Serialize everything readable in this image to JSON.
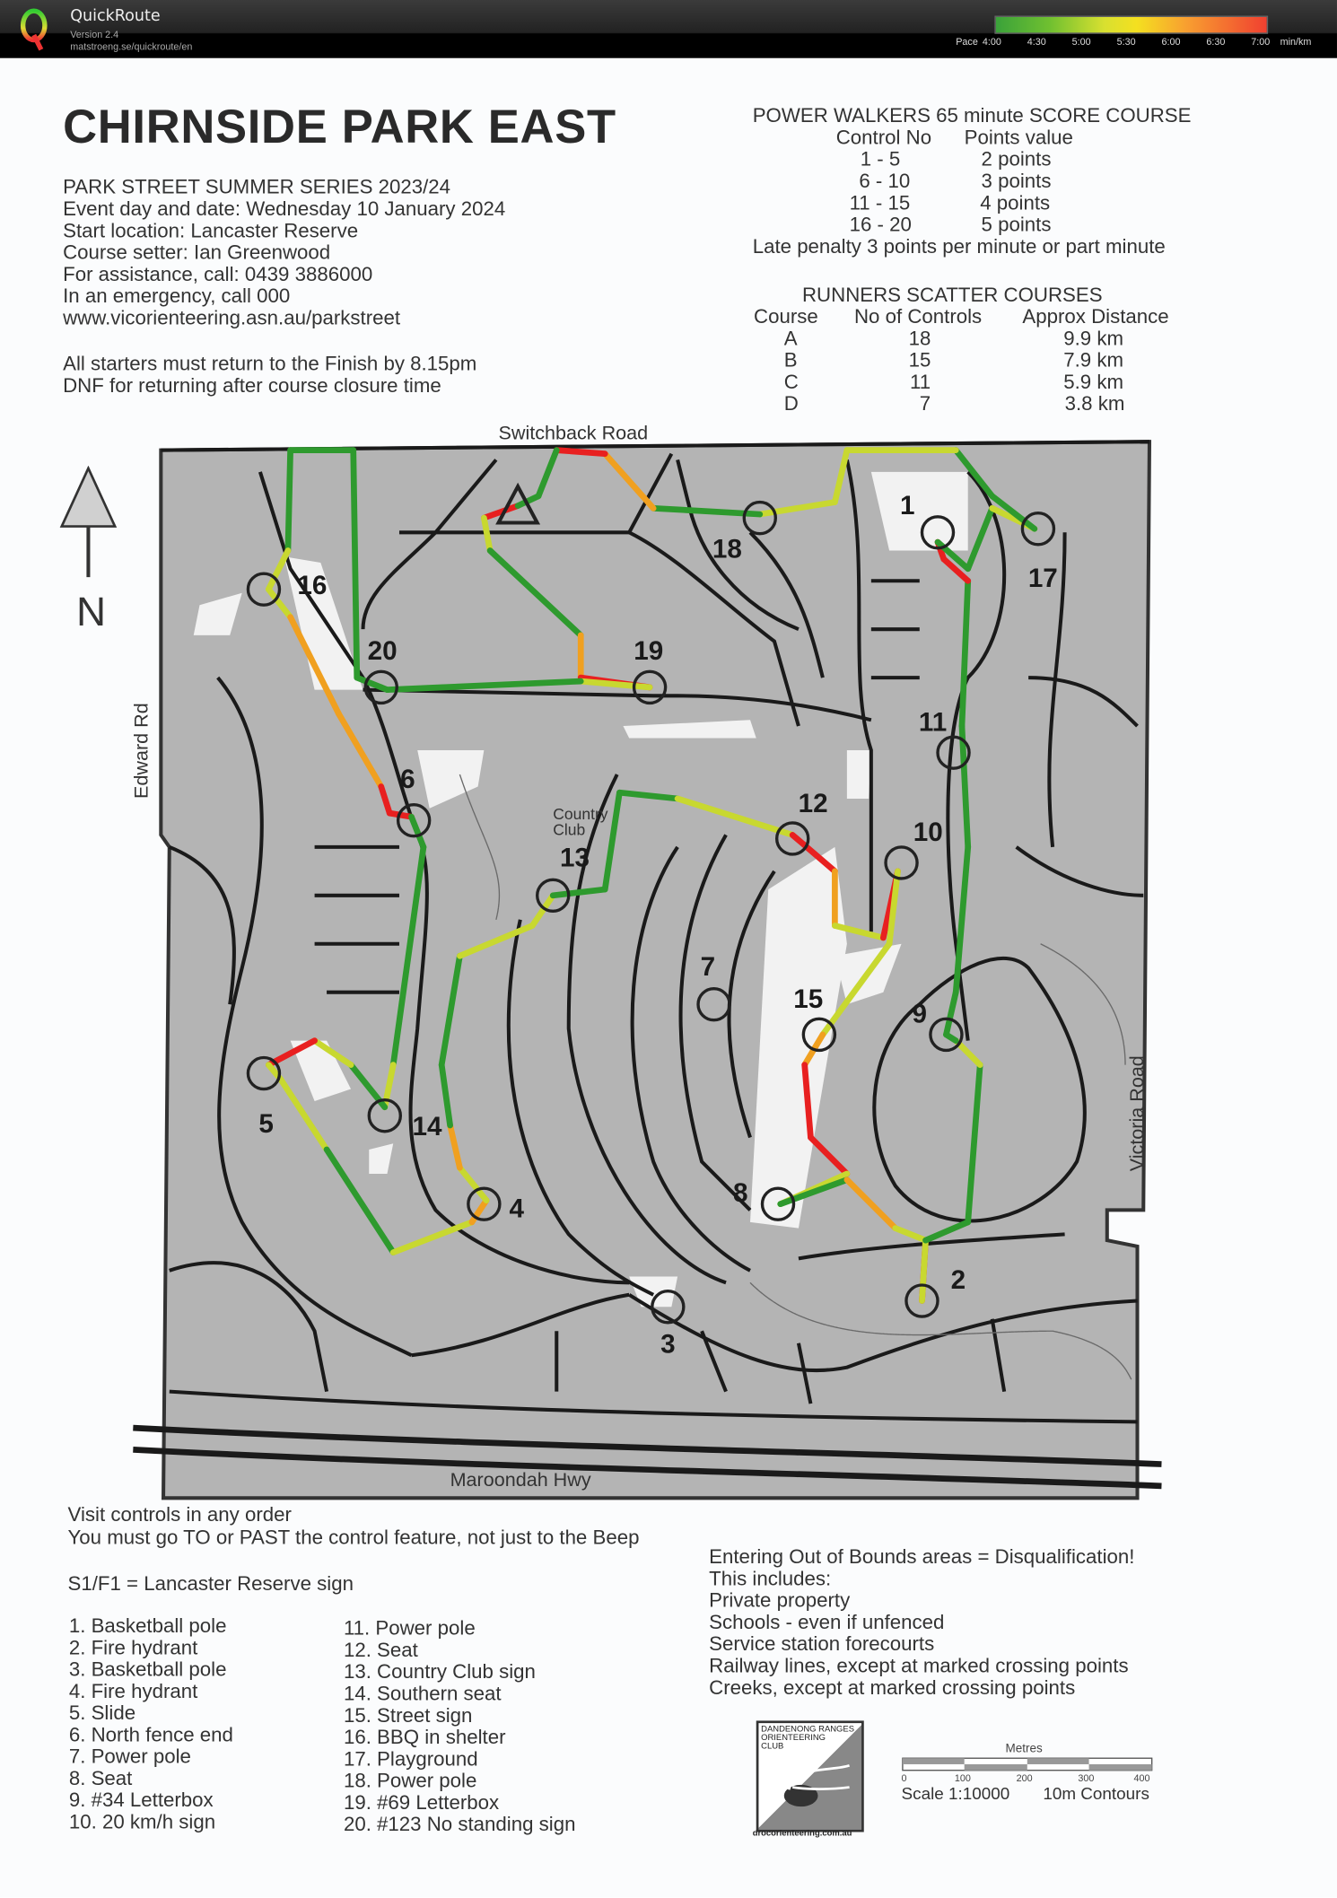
{
  "app": {
    "name": "QuickRoute",
    "version": "Version 2.4",
    "url": "matstroeng.se/quickroute/en",
    "logo_letter": "Q",
    "pace_scale": {
      "prefix": "Pace",
      "ticks": [
        "4:00",
        "4:30",
        "5:00",
        "5:30",
        "6:00",
        "6:30",
        "7:00"
      ],
      "unit": "min/km",
      "colors": [
        "#3aa23a",
        "#70c030",
        "#d8e030",
        "#f4e020",
        "#f8a030",
        "#f04030"
      ]
    }
  },
  "header": {
    "title": "CHIRNSIDE PARK EAST",
    "info": [
      "PARK STREET SUMMER SERIES 2023/24",
      "Event day and date: Wednesday 10 January 2024",
      "Start location: Lancaster Reserve",
      "Course setter: Ian Greenwood",
      "For assistance, call: 0439 3886000",
      "In an emergency, call 000",
      "www.vicorienteering.asn.au/parkstreet"
    ],
    "notice": [
      "All starters must return to the Finish by 8.15pm",
      "DNF for returning after course closure time"
    ]
  },
  "score_course": {
    "title": "POWER WALKERS 65 minute SCORE COURSE",
    "headers": [
      "Control No",
      "Points value"
    ],
    "rows": [
      [
        "1 - 5",
        "2 points"
      ],
      [
        "6 - 10",
        "3 points"
      ],
      [
        "11 - 15",
        "4 points"
      ],
      [
        "16 - 20",
        "5 points"
      ]
    ],
    "penalty": "Late penalty 3 points per minute or part minute"
  },
  "scatter_courses": {
    "title": "RUNNERS SCATTER COURSES",
    "headers": [
      "Course",
      "No of Controls",
      "Approx Distance"
    ],
    "rows": [
      [
        "A",
        "18",
        "9.9 km"
      ],
      [
        "B",
        "15",
        "7.9 km"
      ],
      [
        "C",
        "11",
        "5.9 km"
      ],
      [
        "D",
        "7",
        "3.8 km"
      ]
    ]
  },
  "map": {
    "north_label": "N",
    "roads": {
      "top": "Switchback Road",
      "left": "Edward Rd",
      "right": "Victoria Road",
      "bottom": "Maroondah Hwy"
    },
    "feature": [
      "Country",
      "Club"
    ],
    "controls": [
      "1",
      "2",
      "3",
      "4",
      "5",
      "6",
      "7",
      "8",
      "9",
      "10",
      "11",
      "12",
      "13",
      "14",
      "15",
      "16",
      "17",
      "18",
      "19",
      "20"
    ],
    "route_colors": {
      "fast": "#2e9a2e",
      "medium": "#c8d830",
      "slow": "#f0a020",
      "slowest": "#e82020"
    }
  },
  "footer": {
    "instructions": [
      "Visit controls in any order",
      "You must go TO or PAST the control feature, not just to the Beep"
    ],
    "start_finish": "S1/F1 = Lancaster Reserve sign",
    "descriptions_left": [
      "1. Basketball pole",
      "2. Fire hydrant",
      "3. Basketball pole",
      "4. Fire hydrant",
      "5. Slide",
      "6. North fence end",
      "7. Power pole",
      "8. Seat",
      "9. #34 Letterbox",
      "10. 20 km/h sign"
    ],
    "descriptions_right": [
      "11. Power pole",
      "12. Seat",
      "13. Country Club sign",
      "14. Southern seat",
      "15. Street sign",
      "16. BBQ in shelter",
      "17. Playground",
      "18. Power pole",
      "19. #69 Letterbox",
      "20. #123 No standing sign"
    ],
    "oob_title": "Entering Out of Bounds areas = Disqualification!",
    "oob_list": [
      "This includes:",
      "Private property",
      "Schools - even if unfenced",
      "Service station forecourts",
      "Railway lines, except at marked crossing points",
      "Creeks, except at marked crossing points"
    ],
    "club_logo": {
      "name": [
        "DANDENONG RANGES",
        "ORIENTEERING",
        "CLUB"
      ],
      "url": "drocorienteering.com.au"
    },
    "scale_bar": {
      "unit": "Metres",
      "ticks": [
        "0",
        "100",
        "200",
        "300",
        "400"
      ],
      "scale": "Scale 1:10000",
      "contours": "10m Contours"
    }
  }
}
